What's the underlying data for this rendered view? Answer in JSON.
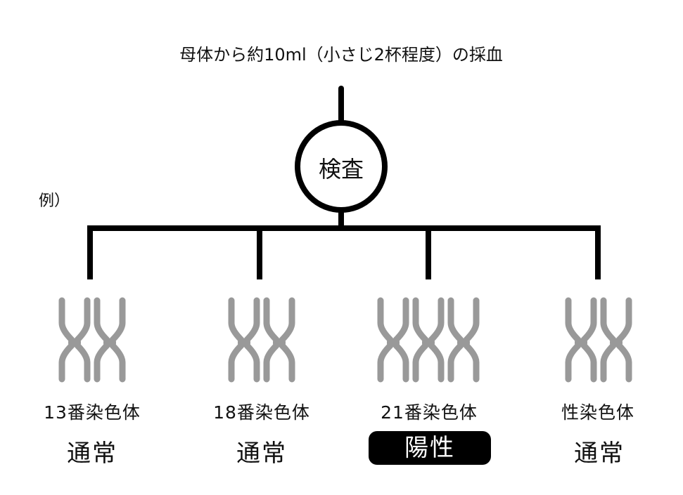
{
  "title": "母体から約10ml（小さじ2杯程度）の採血",
  "center_label": "検査",
  "example_label": "例）",
  "branches": [
    {
      "name": "13番染色体",
      "result": "通常",
      "chromosome_count": 2,
      "highlight": false
    },
    {
      "name": "18番染色体",
      "result": "通常",
      "chromosome_count": 2,
      "highlight": false
    },
    {
      "name": "21番染色体",
      "result": "陽性",
      "chromosome_count": 3,
      "highlight": true
    },
    {
      "name": "性染色体",
      "result": "通常",
      "chromosome_count": 2,
      "highlight": false
    }
  ],
  "colors": {
    "line": "#000000",
    "chromosome": "#999999",
    "badge": "#000000"
  }
}
